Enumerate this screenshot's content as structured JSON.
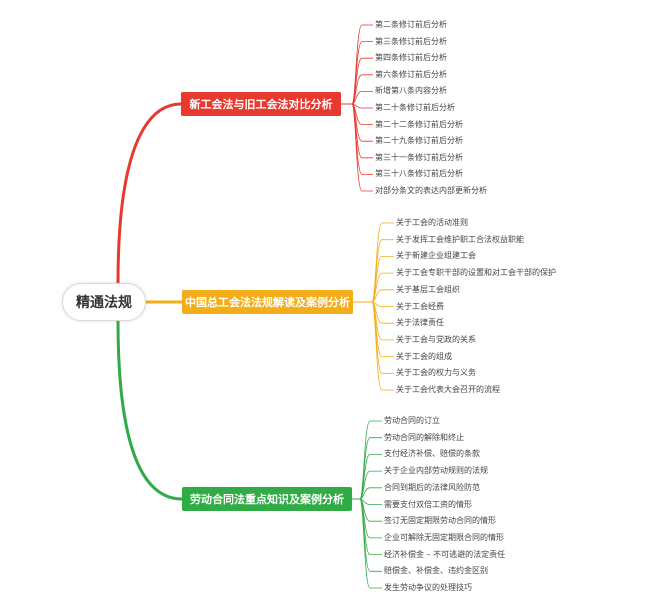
{
  "root": {
    "label": "精通法规"
  },
  "branches": [
    {
      "label": "新工会法与旧工会法对比分析",
      "color": "#e8392e",
      "items": [
        "第二条修订前后分析",
        "第三条修订前后分析",
        "第四条修订前后分析",
        "第六条修订前后分析",
        "新增第八条内容分析",
        "第二十条修订前后分析",
        "第二十二条修订前后分析",
        "第二十九条修订前后分析",
        "第三十一条修订前后分析",
        "第三十八条修订前后分析",
        "对部分条文的表达内部更新分析"
      ]
    },
    {
      "label": "中国总工会法法规解读及案例分析",
      "color": "#f3ad19",
      "items": [
        "关于工会的活动准则",
        "关于发挥工会维护职工合法权益职能",
        "关于新建企业组建工会",
        "关于工会专职干部的设置和对工会干部的保护",
        "关于基层工会组织",
        "关于工会经费",
        "关于法律责任",
        "关于工会与党政的关系",
        "关于工会的组成",
        "关于工会的权力与义务",
        "关于工会代表大会召开的流程"
      ]
    },
    {
      "label": "劳动合同法重点知识及案例分析",
      "color": "#31ab45",
      "items": [
        "劳动合同的订立",
        "劳动合同的解除和终止",
        "支付经济补偿、赔偿的条款",
        "关于企业内部劳动规则的法规",
        "合同到期后的法律风险防范",
        "需要支付双倍工资的情形",
        "签订无固定期限劳动合同的情形",
        "企业可解除无固定期限合同的情形",
        "经济补偿金 – 不可逃避的法定责任",
        "赔偿金、补偿金、违约金区别",
        "发生劳动争议的处理技巧"
      ]
    }
  ]
}
